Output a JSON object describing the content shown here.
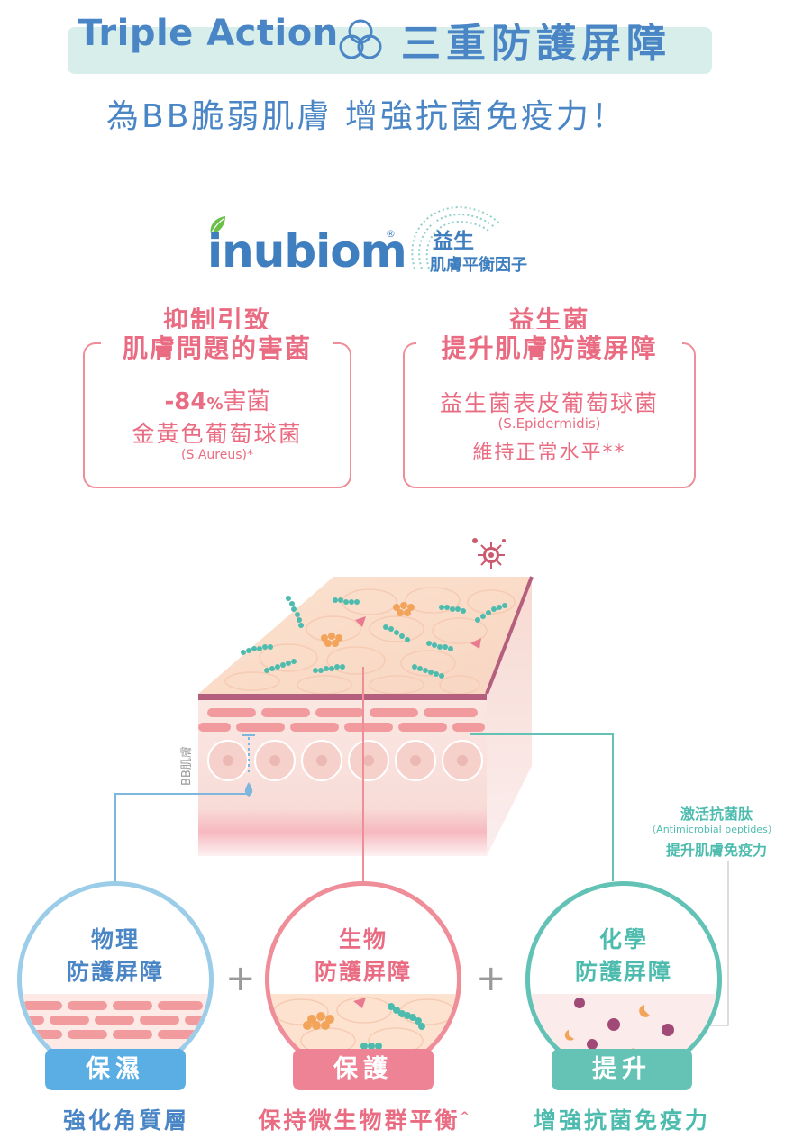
{
  "header": {
    "title_en": "Triple Action",
    "title_zh": "三重防護屏障",
    "subtitle": "為BB脆弱肌膚 增強抗菌免疫力！",
    "icon": "three-circles-icon"
  },
  "brand": {
    "name": "inubiom",
    "reg": "®",
    "tagline_main": "益生",
    "tagline_sub": "肌膚平衡因子"
  },
  "left_box": {
    "heading_1": "抑制引致",
    "heading_2": "肌膚問題的害菌",
    "stat_value": "-84",
    "stat_unit": "%",
    "stat_label": "害菌",
    "line_2": "金黃色葡萄球菌",
    "line_3": "(S.Aureus)*"
  },
  "right_box": {
    "heading_1": "益生菌",
    "heading_2": "提升肌膚防護屏障",
    "line_1": "益生菌表皮葡萄球菌",
    "line_2": "(S.Epidermidis)",
    "line_3": "維持正常水平**"
  },
  "diagram": {
    "side_label": "BB肌膚",
    "annotation_1": "激活抗菌肽",
    "annotation_2": "（Antimicrobial peptides）",
    "annotation_3": "提升肌膚免疫力"
  },
  "barriers": [
    {
      "title_1": "物理",
      "title_2": "防護屏障",
      "tag": "保濕",
      "desc": "強化角質層"
    },
    {
      "title_1": "生物",
      "title_2": "防護屏障",
      "tag": "保護",
      "desc": "保持微生物群平衡",
      "desc_mark": "^"
    },
    {
      "title_1": "化學",
      "title_2": "防護屏障",
      "tag": "提升",
      "desc": "增強抗菌免疫力"
    }
  ],
  "plus": "+",
  "colors": {
    "blue": "#4a86c5",
    "pink": "#ea6c82",
    "teal": "#4dbcae",
    "light_blue": "#9bcde8"
  }
}
